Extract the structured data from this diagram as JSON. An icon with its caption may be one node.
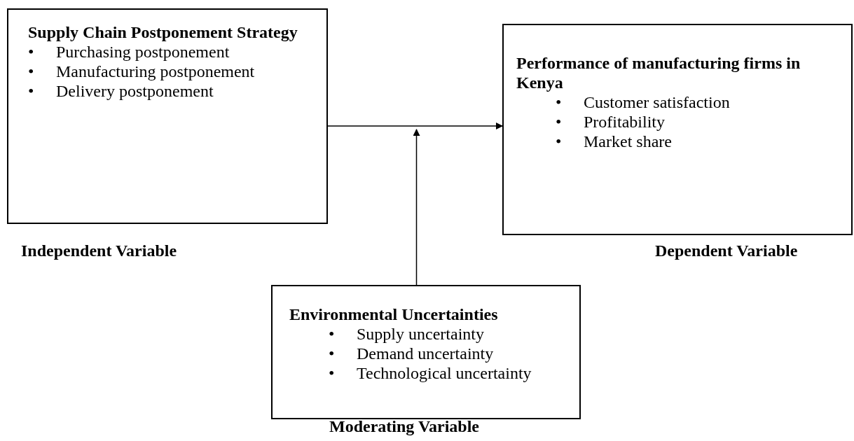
{
  "diagram": {
    "nodes": [
      {
        "text": [
          "Supply Chain Postponement Strategy",
          "• Purchasing postponement",
          "• Manufacturing postponement",
          "• Delivery postponement"
        ],
        "beside": [
          "Independent Variable"
        ]
      },
      {
        "text": [
          "Performance of manufacturing firms in Kenya",
          "• Customer satisfaction",
          "• Profitability",
          "• Market share"
        ],
        "beside": [
          "Dependent Variable"
        ]
      },
      {
        "text": [
          "Environmental Uncertainties",
          "• Supply uncertainty",
          "• Demand uncertainty",
          "• Technological uncertainty"
        ],
        "beside": [
          "Moderating Variable"
        ]
      }
    ],
    "edges": [
      {
        "from": 0,
        "to": 1,
        "arrow": "to"
      },
      {
        "from": 2,
        "to": null,
        "arrow": "to"
      }
    ]
  }
}
